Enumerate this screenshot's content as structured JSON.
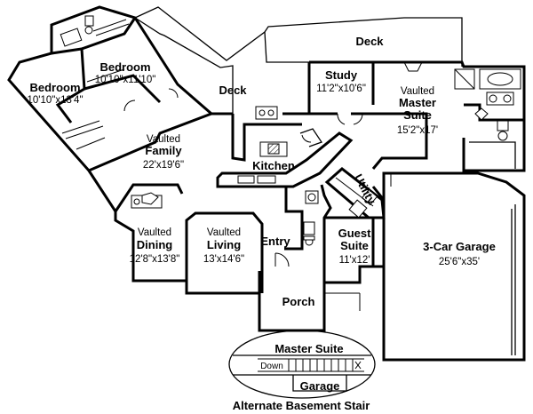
{
  "rooms": {
    "deck_top": {
      "name": "Deck"
    },
    "deck_left": {
      "name": "Deck"
    },
    "bedroom_upper": {
      "name": "Bedroom",
      "size": "10'10\"x11'10\""
    },
    "bedroom_left": {
      "name": "Bedroom",
      "size": "10'10\"x13'4\""
    },
    "family": {
      "prefix": "Vaulted",
      "name": "Family",
      "size": "22'x19'6\""
    },
    "kitchen": {
      "name": "Kitchen"
    },
    "study": {
      "name": "Study",
      "size": "11'2\"x10'6\""
    },
    "master": {
      "prefix": "Vaulted",
      "name1": "Master",
      "name2": "Suite",
      "size": "15'2\"x17'"
    },
    "utility": {
      "name": "Utility"
    },
    "dining": {
      "prefix": "Vaulted",
      "name": "Dining",
      "size": "12'8\"x13'8\""
    },
    "living": {
      "prefix": "Vaulted",
      "name": "Living",
      "size": "13'x14'6\""
    },
    "entry": {
      "name": "Entry"
    },
    "guest": {
      "name1": "Guest",
      "name2": "Suite",
      "size": "11'x12'"
    },
    "garage": {
      "name": "3-Car Garage",
      "size": "25'6\"x35'"
    },
    "porch": {
      "name": "Porch"
    }
  },
  "inset": {
    "master_label": "Master Suite",
    "down_label": "Down",
    "garage_label": "Garage",
    "caption": "Alternate Basement Stair"
  }
}
